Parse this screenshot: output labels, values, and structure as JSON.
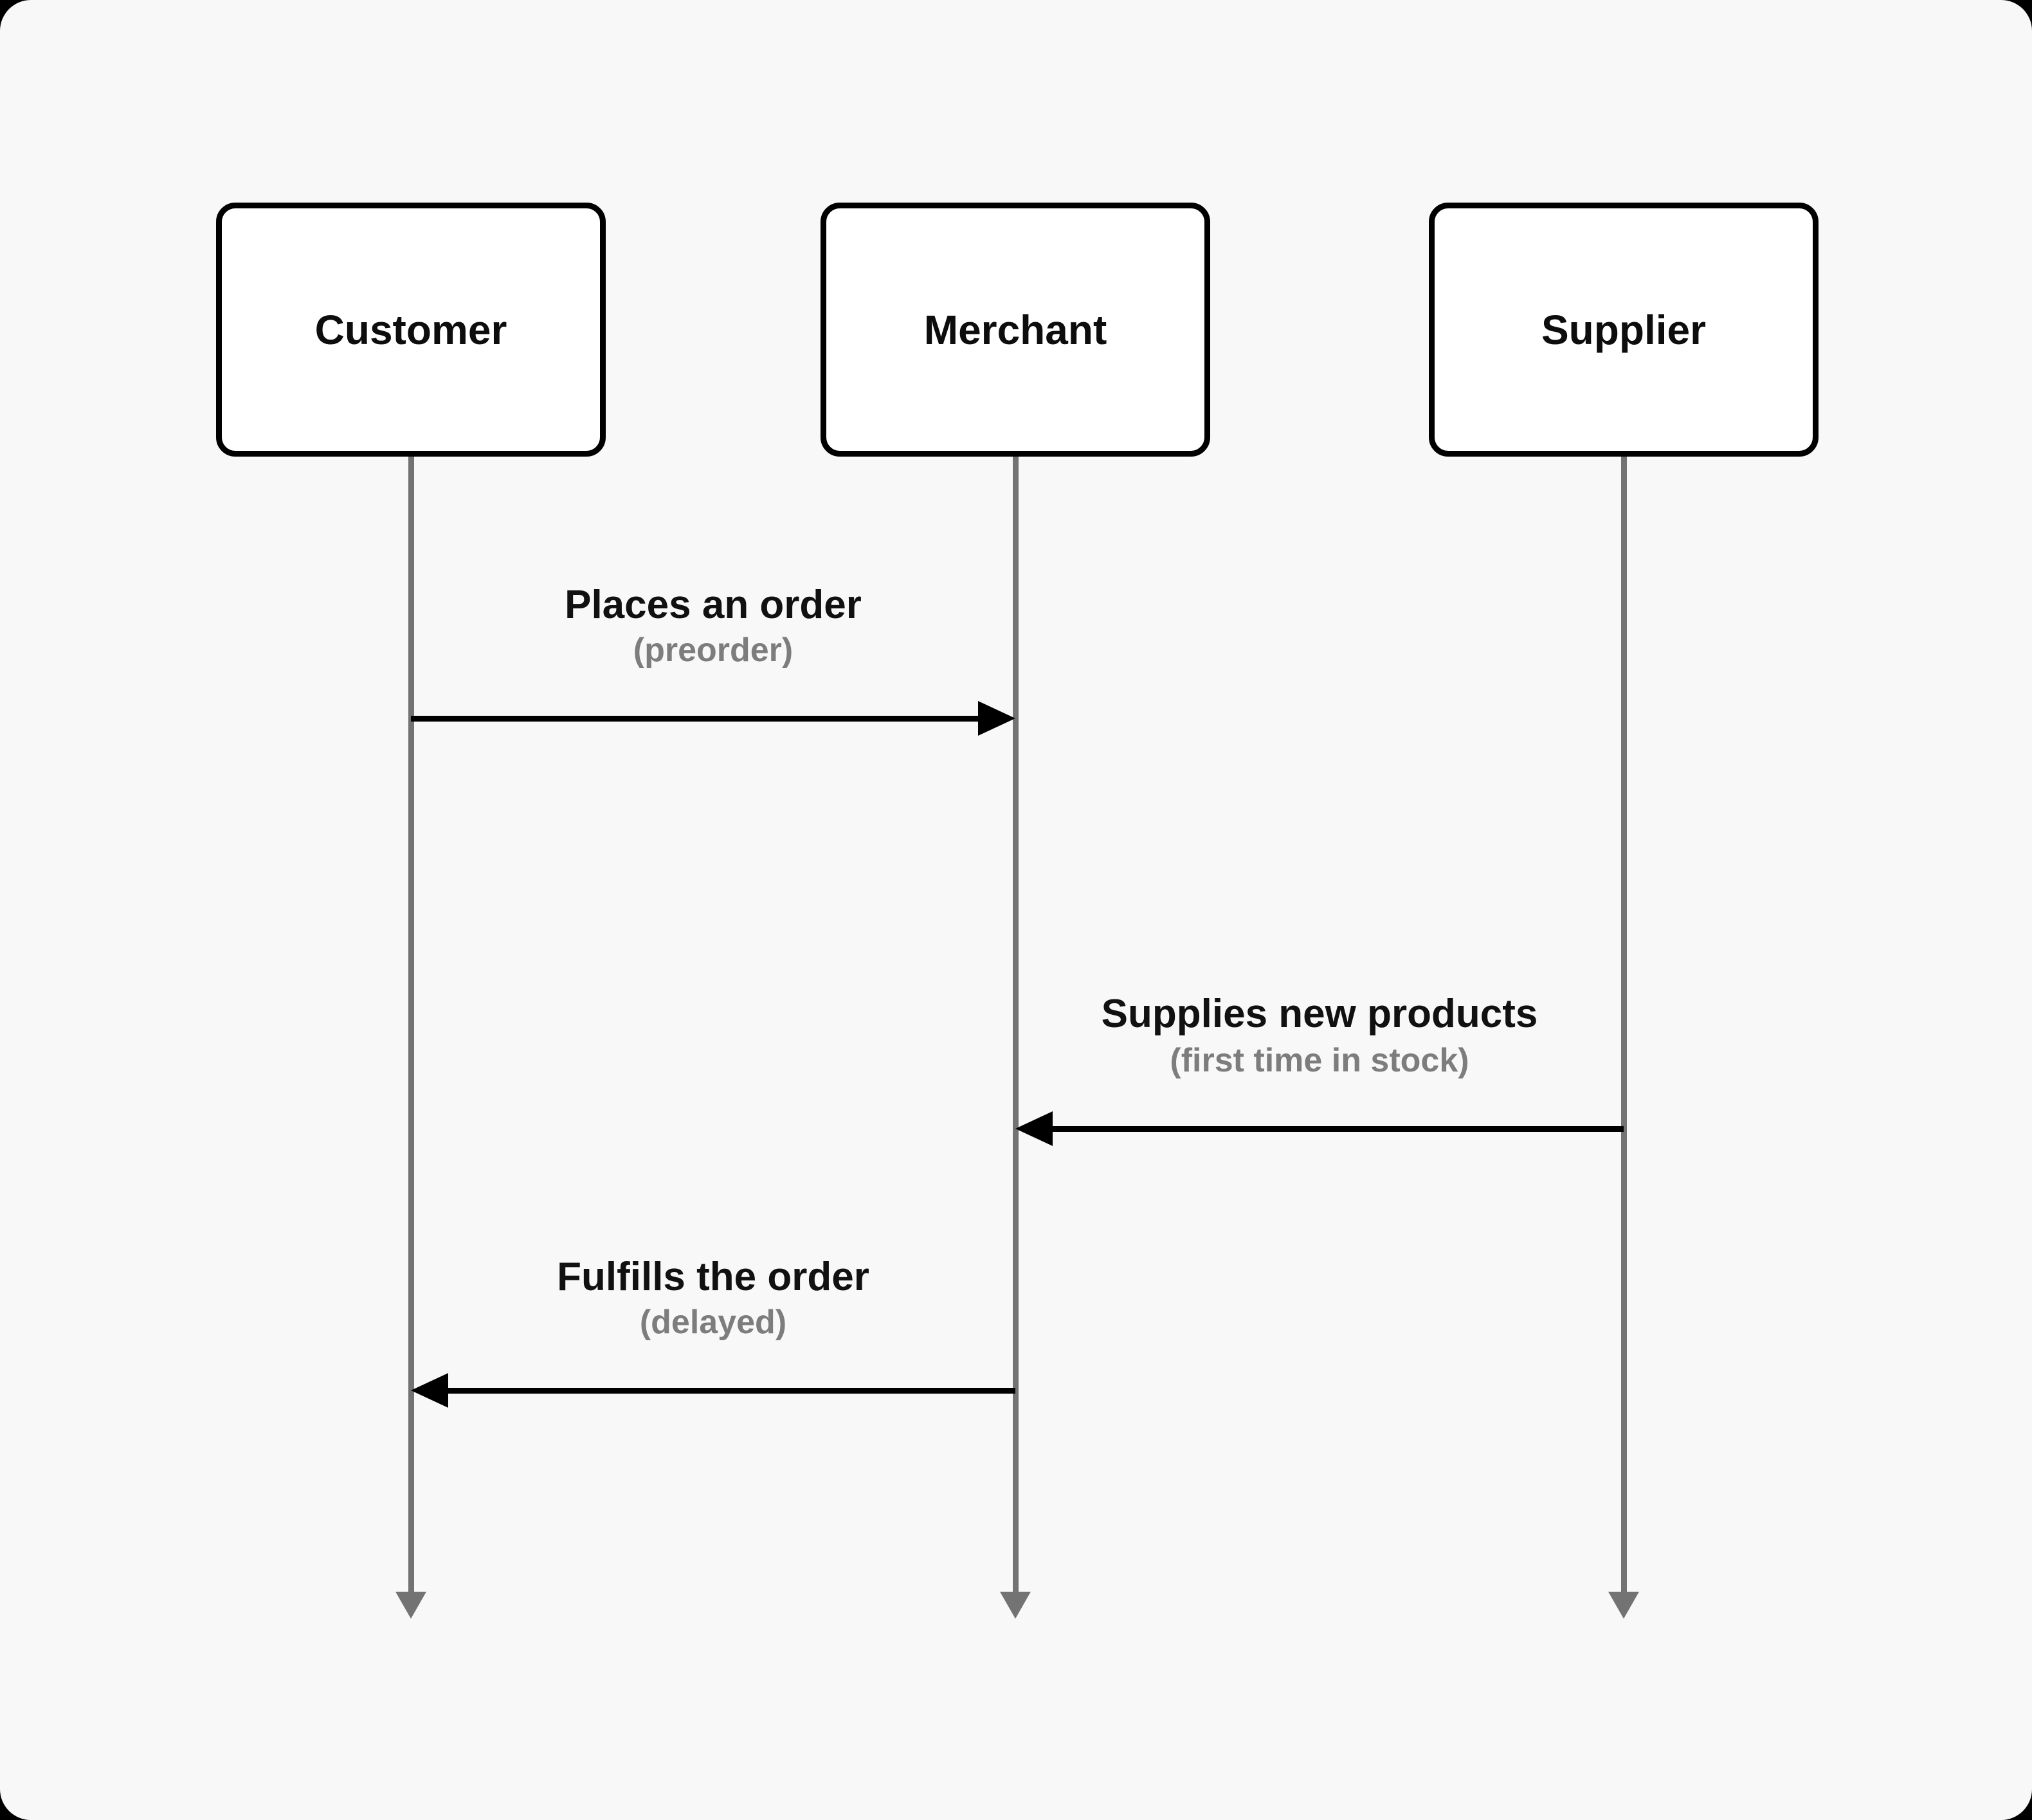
{
  "diagram": {
    "type": "sequence",
    "actors": [
      {
        "name": "Customer"
      },
      {
        "name": "Merchant"
      },
      {
        "name": "Supplier"
      }
    ],
    "messages": [
      {
        "label": "Places an order",
        "note": "(preorder)",
        "from": "Customer",
        "to": "Merchant",
        "direction": "right"
      },
      {
        "label": "Supplies new products",
        "note": "(first time in stock)",
        "from": "Supplier",
        "to": "Merchant",
        "direction": "left"
      },
      {
        "label": "Fulfills the order",
        "note": "(delayed)",
        "from": "Merchant",
        "to": "Customer",
        "direction": "left"
      }
    ],
    "colors": {
      "background": "#f8f8f8",
      "box_fill": "#ffffff",
      "box_border": "#000000",
      "lifeline": "#737373",
      "arrow": "#000000",
      "label_text": "#111111",
      "note_text": "#7d7d7d"
    }
  }
}
